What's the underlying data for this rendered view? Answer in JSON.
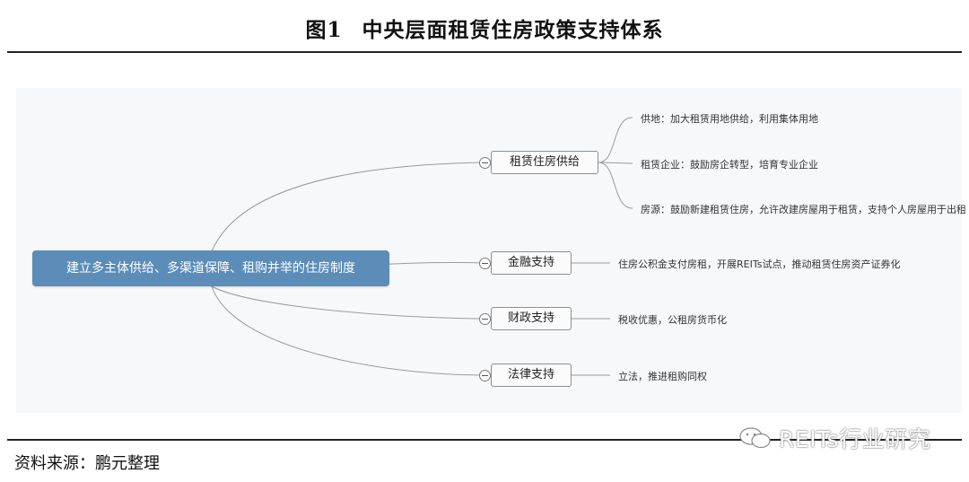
{
  "figure": {
    "title_number": "图1",
    "title_text": "中央层面租赁住房政策支持体系"
  },
  "mindmap": {
    "root": "建立多主体供给、多渠道保障、租购并举的住房制度",
    "branches": [
      {
        "label": "租赁住房供给",
        "leaves": [
          "供地：加大租赁用地供给，利用集体用地",
          "租赁企业：鼓励房企转型，培育专业企业",
          "房源：鼓励新建租赁住房，允许改建房屋用于租赁，支持个人房屋用于出租"
        ]
      },
      {
        "label": "金融支持",
        "leaves": [
          "住房公积金支付房租，开展REITs试点，推动租赁住房资产证券化"
        ]
      },
      {
        "label": "财政支持",
        "leaves": [
          "税收优惠，公租房货币化"
        ]
      },
      {
        "label": "法律支持",
        "leaves": [
          "立法，推进租购同权"
        ]
      }
    ],
    "line_color": "#9a9a9a",
    "root_color": "#5b8db8"
  },
  "source": "资料来源：鹏元整理",
  "watermark": "REITs行业研究"
}
